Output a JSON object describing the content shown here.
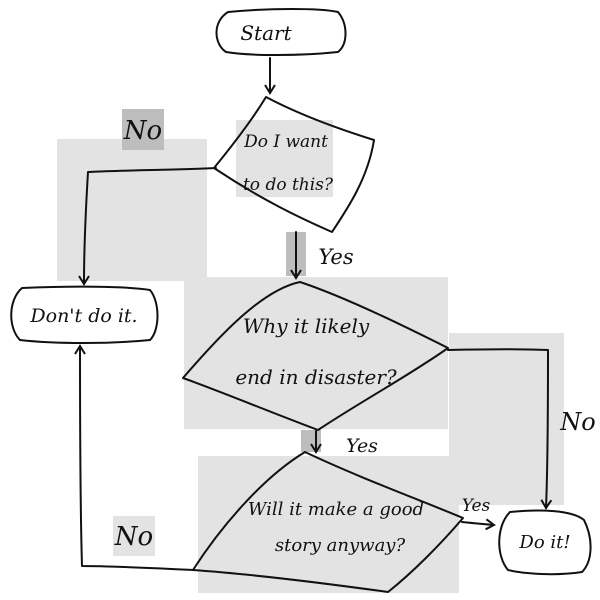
{
  "nodes": {
    "start": "Start",
    "q1_line1": "Do I want",
    "q1_line2": "to do this?",
    "q2_line1": "Why it likely",
    "q2_line2": "end in disaster?",
    "q3_line1": "Will it make a good",
    "q3_line2": "story anyway?",
    "dont": "Don't do it.",
    "doit": "Do it!"
  },
  "labels": {
    "q1_no": "No",
    "q1_yes": "Yes",
    "q2_no": "No",
    "q2_yes": "Yes",
    "q3_no": "No",
    "q3_yes": "Yes"
  },
  "colors": {
    "ink": "#111111",
    "highlight_light": "#e3e3e3",
    "highlight_dark": "#bdbdbd"
  }
}
